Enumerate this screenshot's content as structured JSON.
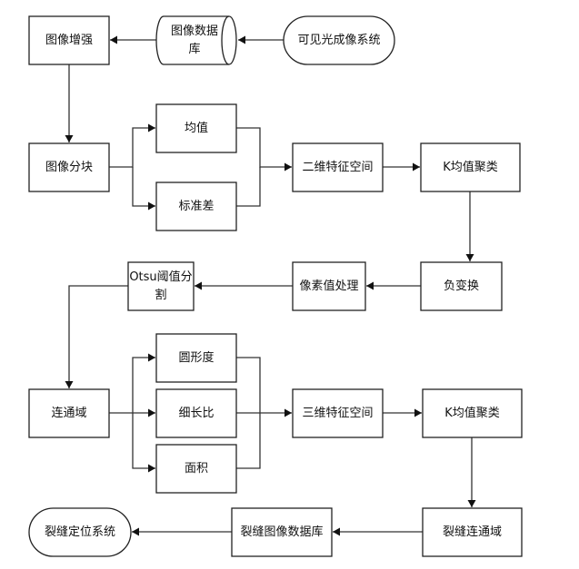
{
  "diagram": {
    "type": "flowchart",
    "nodes": [
      {
        "id": "visible_imaging_system",
        "shape": "terminal",
        "lines": [
          "可见光成像系统"
        ]
      },
      {
        "id": "image_database",
        "shape": "cylinder",
        "lines": [
          "图像数据",
          "库"
        ]
      },
      {
        "id": "image_enhancement",
        "shape": "process",
        "lines": [
          "图像增强"
        ]
      },
      {
        "id": "image_blocking",
        "shape": "process",
        "lines": [
          "图像分块"
        ]
      },
      {
        "id": "mean",
        "shape": "process",
        "lines": [
          "均值"
        ]
      },
      {
        "id": "std_dev",
        "shape": "process",
        "lines": [
          "标准差"
        ]
      },
      {
        "id": "feature_space_2d",
        "shape": "process",
        "lines": [
          "二维特征空间"
        ]
      },
      {
        "id": "kmeans_1",
        "shape": "process",
        "lines": [
          "K均值聚类"
        ]
      },
      {
        "id": "negative_transform",
        "shape": "process",
        "lines": [
          "负变换"
        ]
      },
      {
        "id": "pixel_processing",
        "shape": "process",
        "lines": [
          "像素值处理"
        ]
      },
      {
        "id": "otsu_segmentation",
        "shape": "process",
        "lines": [
          "Otsu阈值分",
          "割"
        ]
      },
      {
        "id": "connected_domain",
        "shape": "process",
        "lines": [
          "连通域"
        ]
      },
      {
        "id": "circularity",
        "shape": "process",
        "lines": [
          "圆形度"
        ]
      },
      {
        "id": "slenderness_ratio",
        "shape": "process",
        "lines": [
          "细长比"
        ]
      },
      {
        "id": "area",
        "shape": "process",
        "lines": [
          "面积"
        ]
      },
      {
        "id": "feature_space_3d",
        "shape": "process",
        "lines": [
          "三维特征空间"
        ]
      },
      {
        "id": "kmeans_2",
        "shape": "process",
        "lines": [
          "K均值聚类"
        ]
      },
      {
        "id": "crack_connected_domain",
        "shape": "process",
        "lines": [
          "裂缝连通域"
        ]
      },
      {
        "id": "crack_image_database",
        "shape": "process",
        "lines": [
          "裂缝图像数据库"
        ]
      },
      {
        "id": "crack_location_system",
        "shape": "terminal",
        "lines": [
          "裂缝定位系统"
        ]
      }
    ],
    "edges": [
      {
        "from": "visible_imaging_system",
        "to": "image_database"
      },
      {
        "from": "image_database",
        "to": "image_enhancement"
      },
      {
        "from": "image_enhancement",
        "to": "image_blocking"
      },
      {
        "from": "image_blocking",
        "to": "mean"
      },
      {
        "from": "image_blocking",
        "to": "std_dev"
      },
      {
        "from": "mean",
        "to": "feature_space_2d"
      },
      {
        "from": "std_dev",
        "to": "feature_space_2d"
      },
      {
        "from": "feature_space_2d",
        "to": "kmeans_1"
      },
      {
        "from": "kmeans_1",
        "to": "negative_transform"
      },
      {
        "from": "negative_transform",
        "to": "pixel_processing"
      },
      {
        "from": "pixel_processing",
        "to": "otsu_segmentation"
      },
      {
        "from": "otsu_segmentation",
        "to": "connected_domain"
      },
      {
        "from": "connected_domain",
        "to": "circularity"
      },
      {
        "from": "connected_domain",
        "to": "slenderness_ratio"
      },
      {
        "from": "connected_domain",
        "to": "area"
      },
      {
        "from": "circularity",
        "to": "feature_space_3d"
      },
      {
        "from": "slenderness_ratio",
        "to": "feature_space_3d"
      },
      {
        "from": "area",
        "to": "feature_space_3d"
      },
      {
        "from": "feature_space_3d",
        "to": "kmeans_2"
      },
      {
        "from": "kmeans_2",
        "to": "crack_connected_domain"
      },
      {
        "from": "crack_connected_domain",
        "to": "crack_image_database"
      },
      {
        "from": "crack_image_database",
        "to": "crack_location_system"
      }
    ]
  }
}
